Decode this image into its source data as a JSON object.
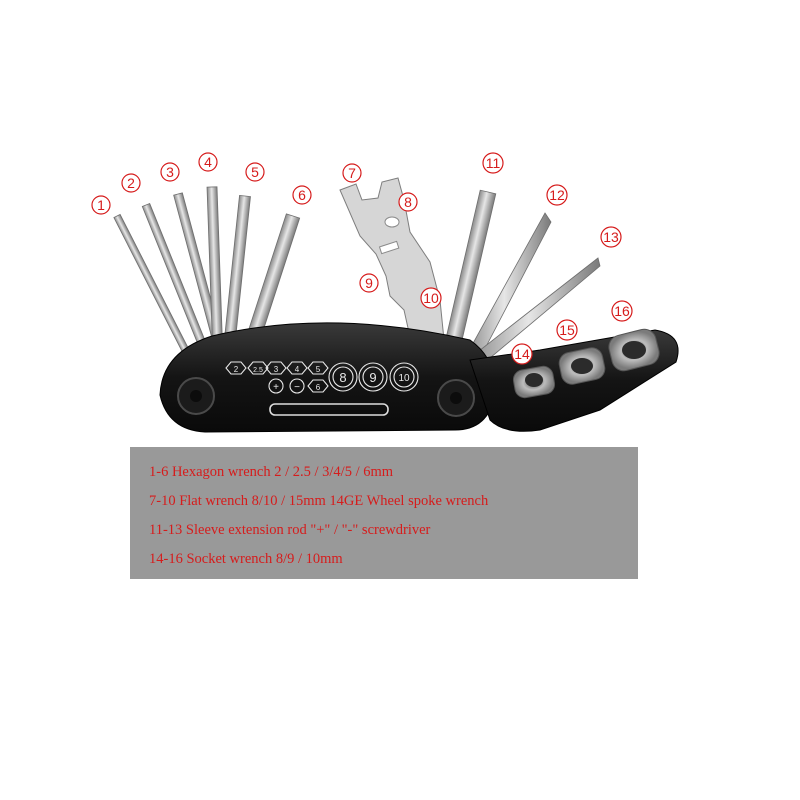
{
  "callouts": [
    "1",
    "2",
    "3",
    "4",
    "5",
    "6",
    "7",
    "8",
    "9",
    "10",
    "11",
    "12",
    "13",
    "14",
    "15",
    "16"
  ],
  "body_markings": {
    "top_row": [
      "2",
      "2.5",
      "3",
      "4",
      "5"
    ],
    "bottom_row": [
      "+",
      "−",
      "6"
    ],
    "sockets": [
      "8",
      "9",
      "10"
    ]
  },
  "caption": {
    "lines": [
      "1-6 Hexagon wrench 2 / 2.5 / 3/4/5 / 6mm",
      "7-10 Flat wrench 8/10 / 15mm 14GE Wheel spoke wrench",
      "11-13 Sleeve extension rod \"+\" / \"-\" screwdriver",
      "14-16 Socket wrench 8/9 / 10mm"
    ]
  },
  "colors": {
    "callout_red": "#d61c1c",
    "tool_body": "#1c1c1c",
    "steel": "#c9c9c9",
    "caption_bg": "#999999"
  }
}
